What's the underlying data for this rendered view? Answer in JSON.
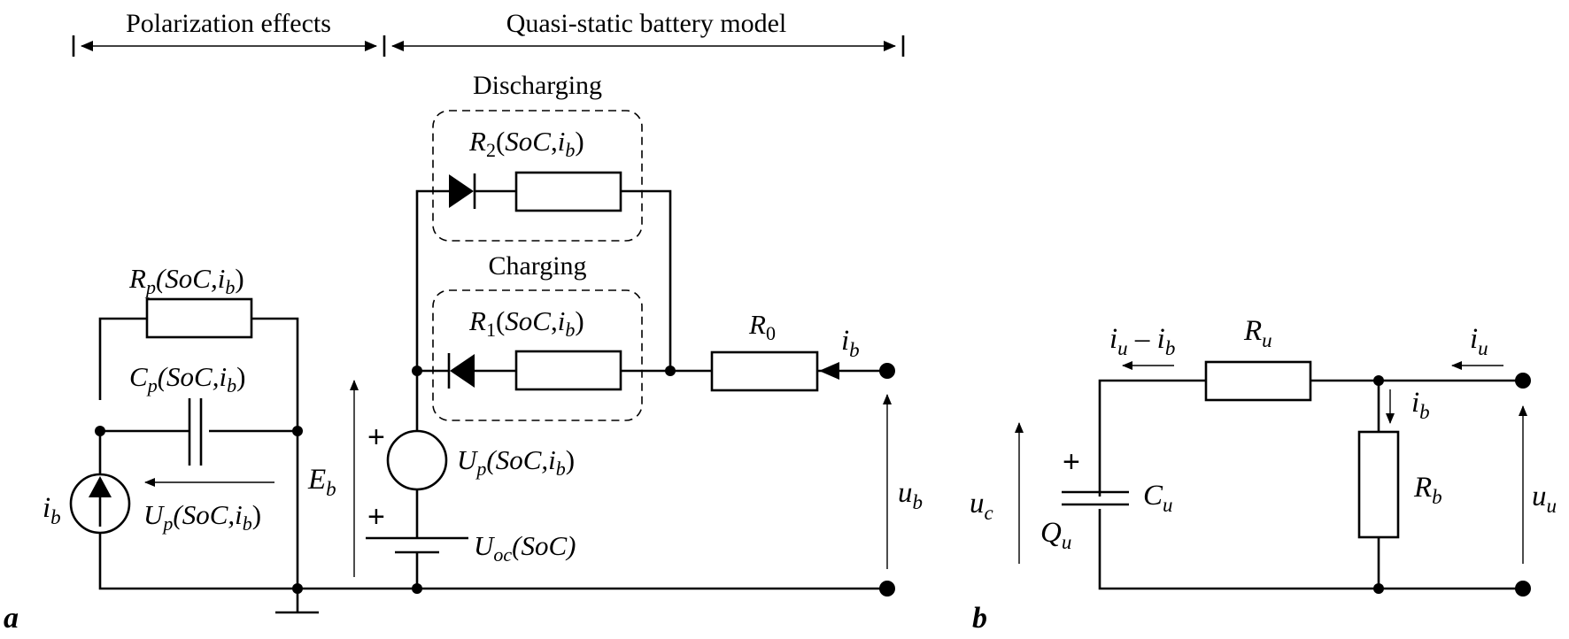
{
  "headers": {
    "polarization": "Polarization effects",
    "quasi_static": "Quasi-static battery model"
  },
  "groups": {
    "discharging": "Discharging",
    "charging": "Charging"
  },
  "figure_a": {
    "label": "a",
    "rp_main": "R",
    "rp_sub": "p",
    "rp_args_open": "(SoC,",
    "rp_args_i": "i",
    "rp_args_sub": "b",
    "rp_args_close": ")",
    "cp_main": "C",
    "cp_sub": "p",
    "cp_args_open": "(SoC,",
    "cp_args_i": "i",
    "cp_args_sub": "b",
    "cp_args_close": ")",
    "up_arrow_main": "U",
    "up_arrow_sub": "p",
    "up_arrow_open": "(SoC,",
    "up_arrow_i": "i",
    "up_arrow_isub": "b",
    "up_arrow_close": ")",
    "ib_source_main": "i",
    "ib_source_sub": "b",
    "eb_main": "E",
    "eb_sub": "b",
    "r2_main": "R",
    "r2_sub": "2",
    "r2_open": "(",
    "r2_soc": "SoC",
    "r2_comma": ",",
    "r2_i": "i",
    "r2_isub": "b",
    "r2_close": ")",
    "r1_main": "R",
    "r1_sub": "1",
    "r1_open": "(",
    "r1_soc": "SoC",
    "r1_comma": ",",
    "r1_i": "i",
    "r1_isub": "b",
    "r1_close": ")",
    "r0_main": "R",
    "r0_sub": "0",
    "ib_main": "i",
    "ib_sub": "b",
    "upsrc_main": "U",
    "upsrc_sub": "p",
    "upsrc_open": "(SoC,",
    "upsrc_i": "i",
    "upsrc_isub": "b",
    "upsrc_close": ")",
    "uoc_main": "U",
    "uoc_sub": "oc",
    "uoc_args": "(SoC)",
    "ub_main": "u",
    "ub_sub": "b",
    "plus": "+"
  },
  "figure_b": {
    "label": "b",
    "iu_ib_main1": "i",
    "iu_ib_sub1": "u",
    "iu_ib_minus": " – ",
    "iu_ib_main2": "i",
    "iu_ib_sub2": "b",
    "ru_main": "R",
    "ru_sub": "u",
    "iu_main": "i",
    "iu_sub": "u",
    "ib_main": "i",
    "ib_sub": "b",
    "cu_main": "C",
    "cu_sub": "u",
    "qu_main": "Q",
    "qu_sub": "u",
    "rb_main": "R",
    "rb_sub": "b",
    "uc_main": "u",
    "uc_sub": "c",
    "uu_main": "u",
    "uu_sub": "u",
    "plus": "+"
  }
}
